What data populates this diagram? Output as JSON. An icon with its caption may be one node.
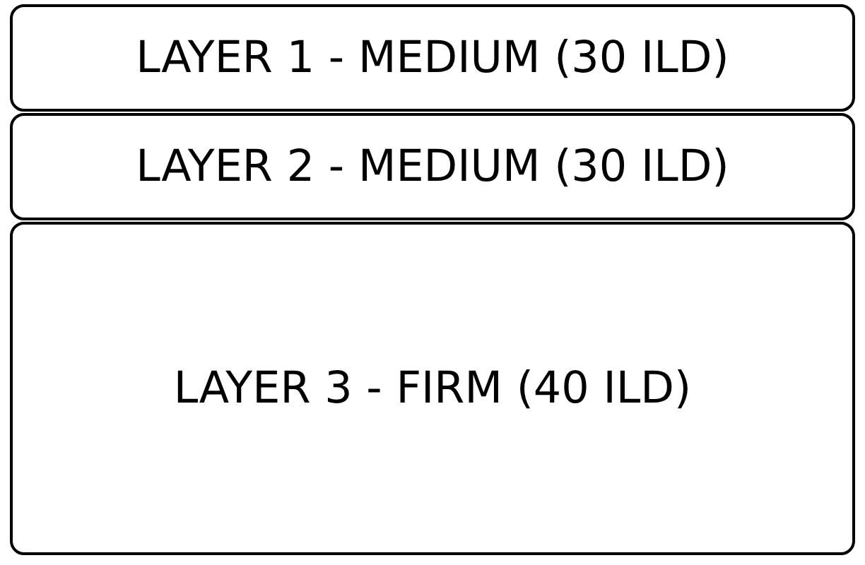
{
  "diagram": {
    "nodes": [
      {
        "text": [
          "LAYER 1 - MEDIUM (30 ILD)"
        ]
      },
      {
        "text": [
          "LAYER 2 - MEDIUM (30 ILD)"
        ]
      },
      {
        "text": [
          "LAYER 3 - FIRM (40 ILD)"
        ]
      }
    ]
  }
}
